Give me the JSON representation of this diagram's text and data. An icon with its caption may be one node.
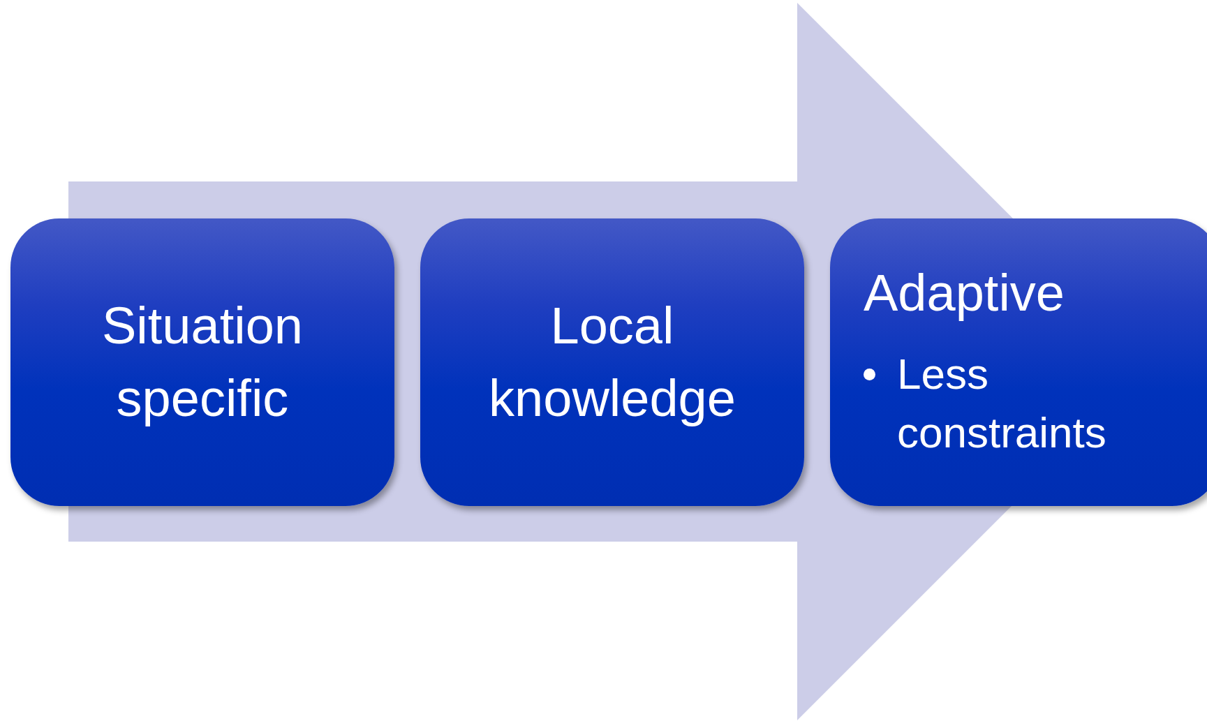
{
  "diagram": {
    "nodes": [
      {
        "text": [
          "Situation specific"
        ]
      },
      {
        "text": [
          "Local knowledge"
        ]
      },
      {
        "text": [
          "Adaptive",
          "Less constraints"
        ]
      }
    ],
    "edges": [
      {
        "from": 0,
        "to": 2,
        "arrow": "to",
        "style": "thick"
      }
    ]
  }
}
